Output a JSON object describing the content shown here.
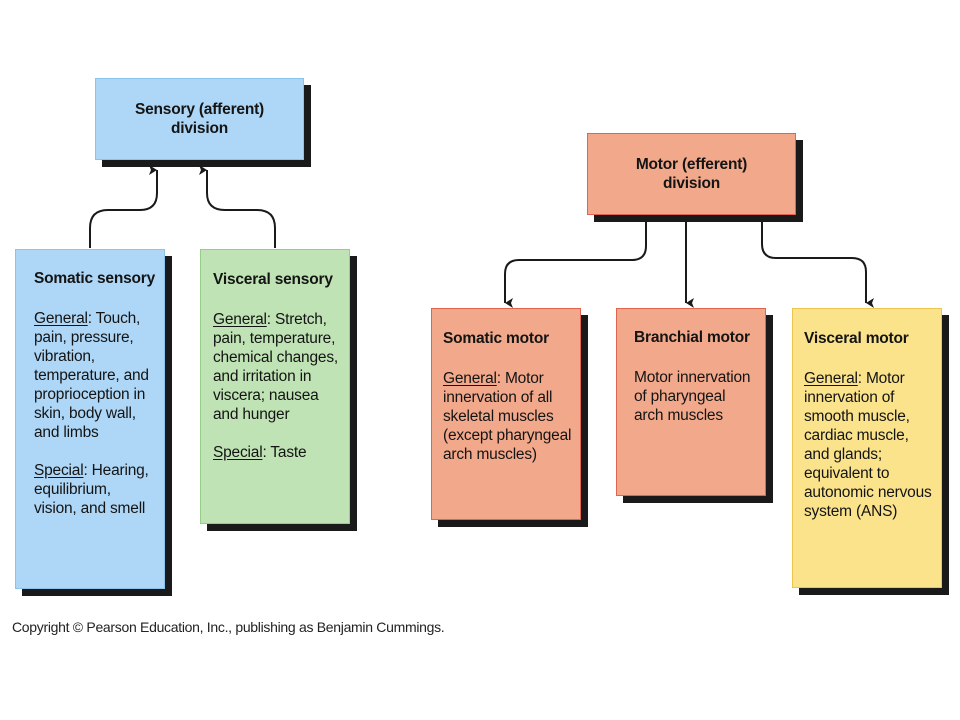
{
  "sensory_division": {
    "line1": "Sensory (afferent)",
    "line2": "division",
    "color": "#aed6f6"
  },
  "motor_division": {
    "line1": "Motor (efferent)",
    "line2": "division",
    "color": "#f2a98b"
  },
  "somatic_sensory": {
    "title": "Somatic sensory",
    "general_label": "General",
    "general_text": ": Touch, pain, pressure, vibration, temperature, and proprioception in skin, body wall, and limbs",
    "special_label": "Special",
    "special_text": ": Hearing, equilibrium, vision, and smell"
  },
  "visceral_sensory": {
    "title": "Visceral sensory",
    "general_label": "General",
    "general_text": ": Stretch, pain, temperature, chemical changes, and irritation in viscera; nausea and hunger",
    "special_label": "Special",
    "special_text": ": Taste",
    "color": "#bfe3b4"
  },
  "somatic_motor": {
    "title": "Somatic motor",
    "general_label": "General",
    "general_text": ": Motor innervation of all skeletal muscles (except pharyngeal arch muscles)"
  },
  "branchial_motor": {
    "title": "Branchial motor",
    "text": "Motor innervation of pharyngeal arch muscles"
  },
  "visceral_motor": {
    "title": "Visceral motor",
    "general_label": "General",
    "general_text": ": Motor innervation of smooth muscle, cardiac muscle, and glands; equivalent to autonomic nervous system (ANS)",
    "color": "#fbe38c"
  },
  "copyright": "Copyright © Pearson Education, Inc., publishing as Benjamin Cummings."
}
